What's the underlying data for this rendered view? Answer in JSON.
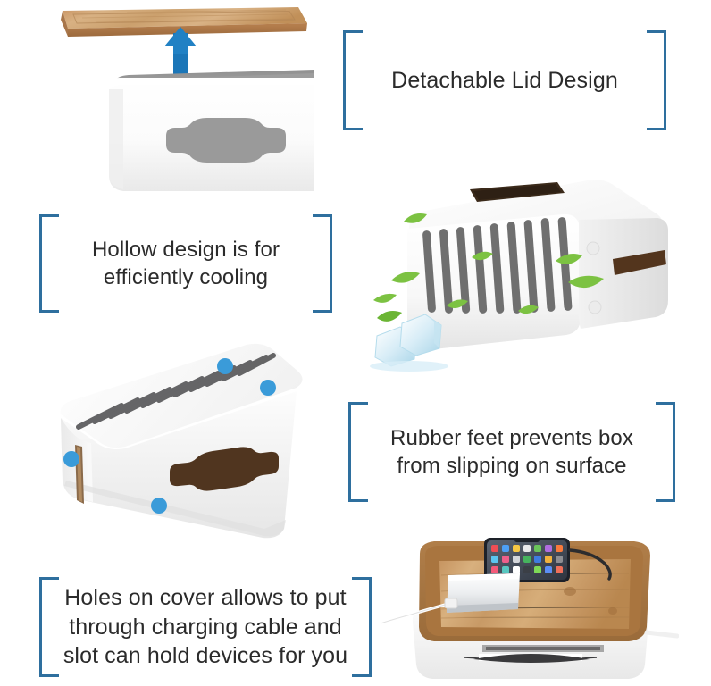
{
  "page": {
    "background": "#ffffff",
    "bracket_color": "#2e6f9e",
    "text_color": "#2b2b2b",
    "accent_blue": "#1b76b8",
    "dot_blue": "#3a9bd9",
    "wood_light": "#d4a878",
    "wood_mid": "#c08f5d",
    "wood_dark": "#8a5f34",
    "slot_dark": "#4a3523",
    "box_white": "#f7f7f7",
    "box_gray": "#9a9a9a",
    "leaf_green": "#7cc242",
    "ice_blue": "#cfe6f2"
  },
  "features": [
    {
      "id": "detachable-lid",
      "text": "Detachable Lid Design",
      "lines": [
        "Detachable Lid Design"
      ],
      "font_size": 25
    },
    {
      "id": "hollow-cooling",
      "text": "Hollow design is for efficiently cooling",
      "lines": [
        "Hollow design is for",
        "efficiently cooling"
      ],
      "font_size": 24
    },
    {
      "id": "rubber-feet",
      "text": "Rubber feet prevents box from slipping on surface",
      "lines": [
        "Rubber feet prevents box",
        "from slipping on surface"
      ],
      "font_size": 24
    },
    {
      "id": "holes-on-cover",
      "text": "Holes on cover allows to put through charging cable and slot can hold devices for you",
      "lines": [
        "Holes on cover allows to put",
        "through charging cable and",
        "slot can hold devices for you"
      ],
      "font_size": 25
    }
  ],
  "images": {
    "lid_exploded": {
      "name": "Detachable wooden lid lifting off white cable box",
      "arrow": "double-headed-vertical-arrow",
      "parts": [
        "wooden lid",
        "blue up-down arrow",
        "white box body",
        "gray bowtie cable slot"
      ]
    },
    "vented_box": {
      "name": "White cable box with ventilation slots, mint leaves and ice cubes",
      "vent_slot_count": 9,
      "leaf_count": 8,
      "ice_cube_count": 2,
      "feet_visible": 2
    },
    "rubber_feet_box": {
      "name": "White cable box seen from above showing rubber feet positions",
      "vent_slot_count": 11,
      "foot_marker_count": 4
    },
    "lid_in_use": {
      "name": "Wooden lid on box holding a smartphone in slot with power bank and cables",
      "devices": [
        "smartphone",
        "power bank",
        "charging cable"
      ]
    }
  }
}
